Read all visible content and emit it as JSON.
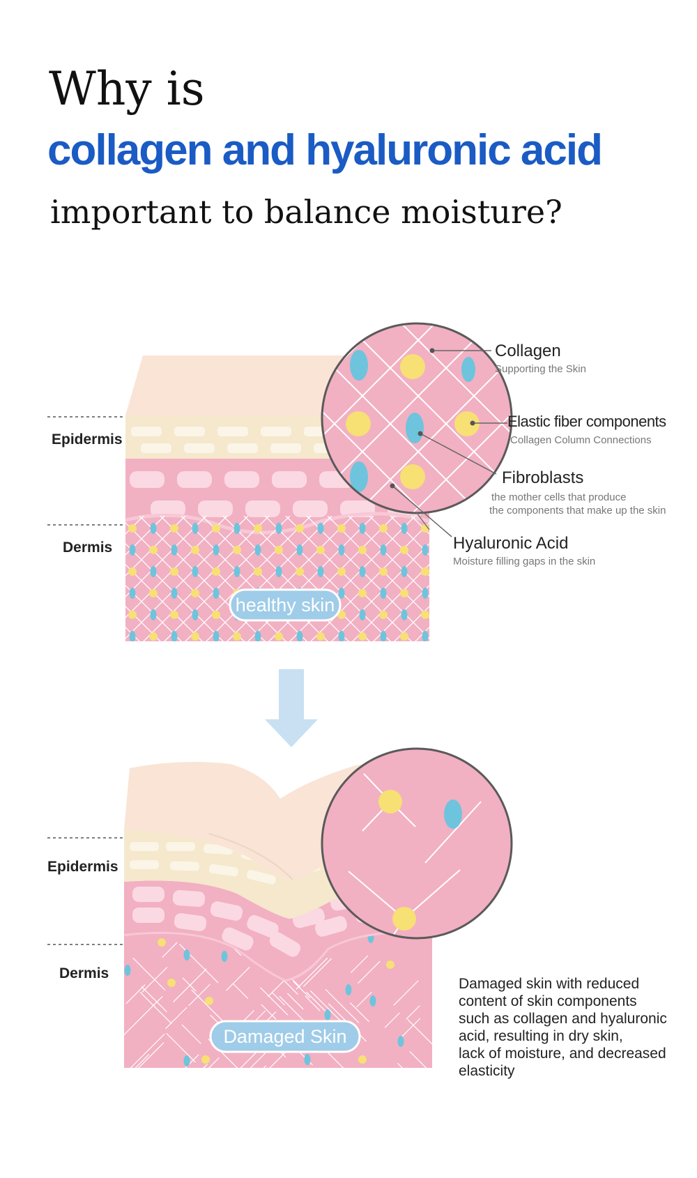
{
  "heading": {
    "line1": "Why is",
    "line2": "collagen and hyaluronic acid",
    "line3": "important to balance moisture?"
  },
  "healthy": {
    "badge": "healthy skin",
    "epidermis_label": "Epidermis",
    "dermis_label": "Dermis",
    "callouts": {
      "collagen": {
        "title": "Collagen",
        "desc": "Supporting the Skin"
      },
      "elastic": {
        "title": "Elastic fiber components",
        "desc": "Collagen Column Connections"
      },
      "fibroblasts": {
        "title": "Fibroblasts",
        "desc1": "the mother cells that produce",
        "desc2": "the components that make up the skin"
      },
      "hyaluronic": {
        "title": "Hyaluronic Acid",
        "desc": "Moisture filling gaps in the skin"
      }
    }
  },
  "damaged": {
    "badge": "Damaged Skin",
    "epidermis_label": "Epidermis",
    "dermis_label": "Dermis",
    "description_lines": [
      "Damaged skin with reduced",
      "content of skin components",
      "such as collagen and hyaluronic",
      "acid, resulting in dry skin,",
      "lack of moisture, and decreased",
      "elasticity"
    ]
  },
  "colors": {
    "title_blue": "#1a5bc4",
    "skin_top": "#f9e4d6",
    "skin_cream": "#f5e8cc",
    "dermis_pink": "#f2b0c3",
    "cell_pink": "#fbd9e3",
    "yellow": "#f7e074",
    "blue_dot": "#6ec4dc",
    "arrow": "#c8e0f2",
    "badge_blue": "#9fcce8"
  }
}
